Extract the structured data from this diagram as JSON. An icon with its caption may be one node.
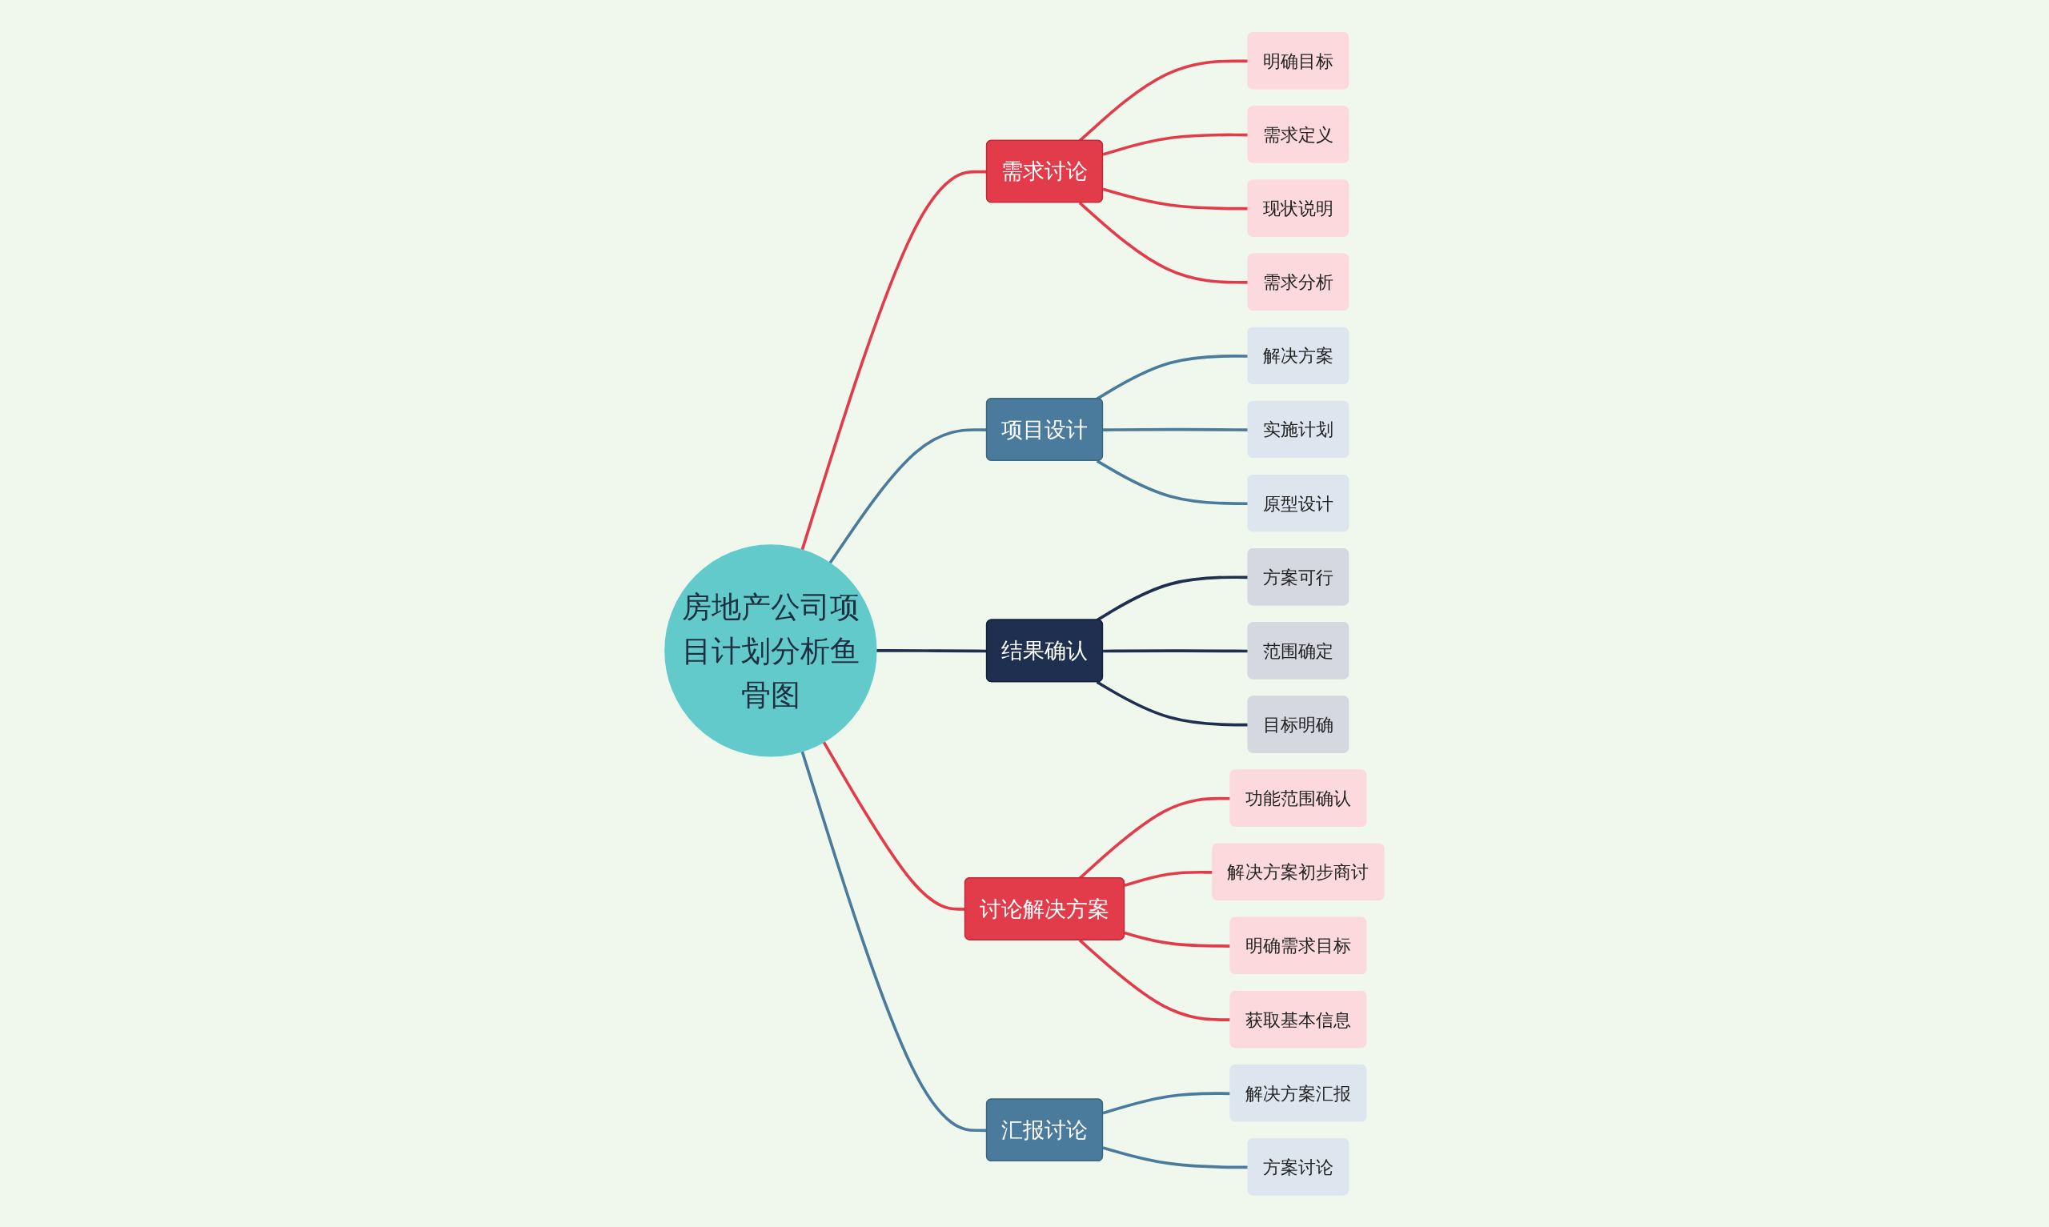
{
  "diagram": {
    "nodes": [
      {
        "text": [
          "房地产公司项目计划分析鱼骨图"
        ]
      },
      {
        "text": [
          "需求讨论"
        ]
      },
      {
        "text": [
          "明确目标"
        ]
      },
      {
        "text": [
          "需求定义"
        ]
      },
      {
        "text": [
          "现状说明"
        ]
      },
      {
        "text": [
          "需求分析"
        ]
      },
      {
        "text": [
          "项目设计"
        ]
      },
      {
        "text": [
          "解决方案"
        ]
      },
      {
        "text": [
          "实施计划"
        ]
      },
      {
        "text": [
          "原型设计"
        ]
      },
      {
        "text": [
          "结果确认"
        ]
      },
      {
        "text": [
          "方案可行"
        ]
      },
      {
        "text": [
          "范围确定"
        ]
      },
      {
        "text": [
          "目标明确"
        ]
      },
      {
        "text": [
          "讨论解决方案"
        ]
      },
      {
        "text": [
          "功能范围确认"
        ]
      },
      {
        "text": [
          "解决方案初步商讨"
        ]
      },
      {
        "text": [
          "明确需求目标"
        ]
      },
      {
        "text": [
          "获取基本信息"
        ]
      },
      {
        "text": [
          "汇报讨论"
        ]
      },
      {
        "text": [
          "解决方案汇报"
        ]
      },
      {
        "text": [
          "方案讨论"
        ]
      }
    ],
    "edges": [
      {
        "from": 0,
        "to": 1,
        "arrow": "none",
        "color": "#e23b4a"
      },
      {
        "from": 1,
        "to": 2,
        "arrow": "none",
        "color": "#e23b4a"
      },
      {
        "from": 1,
        "to": 3,
        "arrow": "none",
        "color": "#e23b4a"
      },
      {
        "from": 1,
        "to": 4,
        "arrow": "none",
        "color": "#e23b4a"
      },
      {
        "from": 1,
        "to": 5,
        "arrow": "none",
        "color": "#e23b4a"
      },
      {
        "from": 0,
        "to": 6,
        "arrow": "none",
        "color": "#4a7a9c"
      },
      {
        "from": 6,
        "to": 7,
        "arrow": "none",
        "color": "#4a7a9c"
      },
      {
        "from": 6,
        "to": 8,
        "arrow": "none",
        "color": "#4a7a9c"
      },
      {
        "from": 6,
        "to": 9,
        "arrow": "none",
        "color": "#4a7a9c"
      },
      {
        "from": 0,
        "to": 10,
        "arrow": "none",
        "color": "#1e2f50"
      },
      {
        "from": 10,
        "to": 11,
        "arrow": "none",
        "color": "#1e2f50"
      },
      {
        "from": 10,
        "to": 12,
        "arrow": "none",
        "color": "#1e2f50"
      },
      {
        "from": 10,
        "to": 13,
        "arrow": "none",
        "color": "#1e2f50"
      },
      {
        "from": 0,
        "to": 14,
        "arrow": "none",
        "color": "#e23b4a"
      },
      {
        "from": 14,
        "to": 15,
        "arrow": "none",
        "color": "#e23b4a"
      },
      {
        "from": 14,
        "to": 16,
        "arrow": "none",
        "color": "#e23b4a"
      },
      {
        "from": 14,
        "to": 17,
        "arrow": "none",
        "color": "#e23b4a"
      },
      {
        "from": 14,
        "to": 18,
        "arrow": "none",
        "color": "#e23b4a"
      },
      {
        "from": 0,
        "to": 19,
        "arrow": "none",
        "color": "#4a7a9c"
      },
      {
        "from": 19,
        "to": 20,
        "arrow": "none",
        "color": "#4a7a9c"
      },
      {
        "from": 19,
        "to": 21,
        "arrow": "none",
        "color": "#4a7a9c"
      }
    ]
  }
}
